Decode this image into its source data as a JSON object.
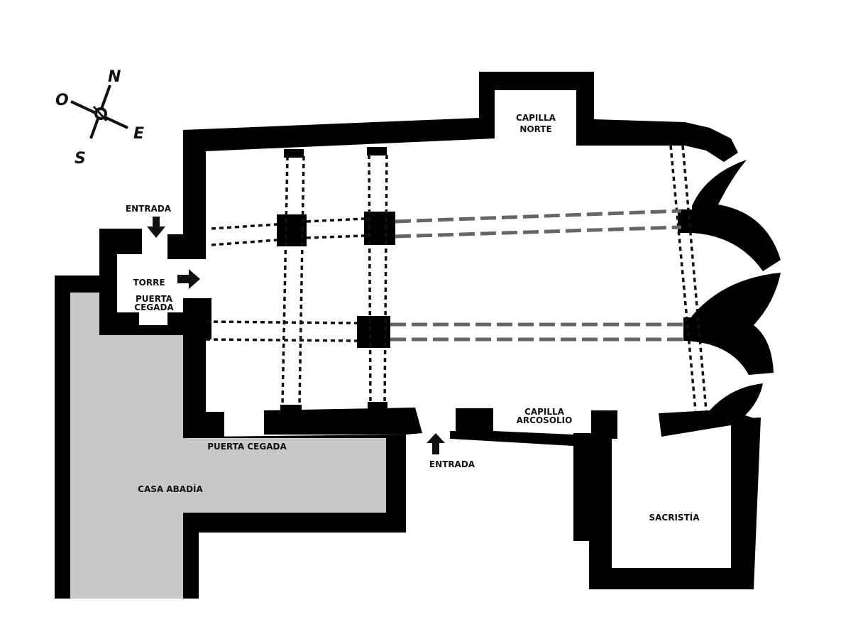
{
  "plan": {
    "compass": {
      "north": "N",
      "south": "S",
      "east": "E",
      "west": "O"
    },
    "labels": {
      "capilla_norte": [
        "CAPILLA",
        "NORTE"
      ],
      "entrada_oeste": "ENTRADA",
      "torre": "TORRE",
      "puerta_cegada_torre": [
        "PUERTA",
        "CEGADA"
      ],
      "puerta_cegada_sur": "PUERTA CEGADA",
      "casa_abadia": "CASA ABADÍA",
      "entrada_sur": "ENTRADA",
      "capilla_arcosolio": [
        "CAPILLA",
        "ARCOSOLIO"
      ],
      "sacristia": "SACRISTÍA"
    },
    "colors": {
      "wall": "#000000",
      "annex": "#c8c8c8",
      "projection": "#666666"
    }
  }
}
